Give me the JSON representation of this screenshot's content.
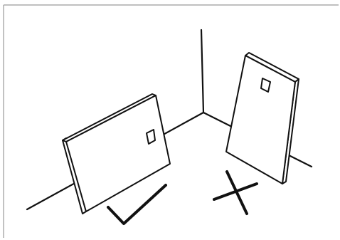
{
  "figure": {
    "elements": [
      "frame",
      "room-corner",
      "panel-correct",
      "panel-incorrect",
      "check-mark",
      "cross-mark"
    ],
    "marks": {
      "correct_icon": "check-icon",
      "incorrect_icon": "cross-icon"
    },
    "colors": {
      "ink": "#111111",
      "frame": "#9a9a9a",
      "background": "#ffffff"
    }
  }
}
